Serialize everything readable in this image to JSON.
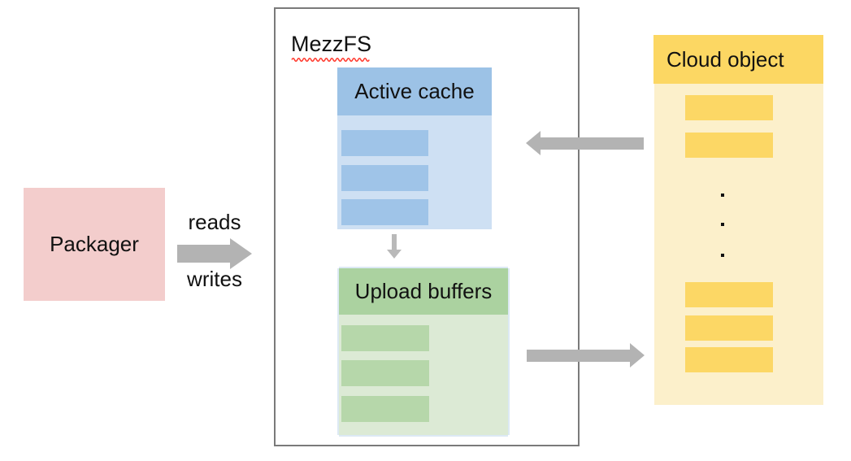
{
  "packager": {
    "label": "Packager"
  },
  "flow": {
    "reads_label": "reads",
    "writes_label": "writes"
  },
  "mezzfs": {
    "title": "MezzFS",
    "active_cache": {
      "label": "Active cache",
      "row_count": 3
    },
    "upload_buffers": {
      "label": "Upload buffers",
      "row_count": 3
    }
  },
  "cloud": {
    "label": "Cloud object",
    "rows_above_ellipsis": 2,
    "rows_below_ellipsis": 3,
    "ellipsis_dot_count": 3
  },
  "colors": {
    "packager_bg": "#F3CDCC",
    "cache_header_bg": "#9CC2E6",
    "cache_body_bg": "#CEE0F3",
    "cache_row_bg": "#9FC4E8",
    "buffers_header_bg": "#ABD2A0",
    "buffers_body_bg": "#DCEAD5",
    "buffers_row_bg": "#B6D7AA",
    "cloud_header_bg": "#FCD763",
    "cloud_body_bg": "#FCF0CB",
    "cloud_row_bg": "#FCD765",
    "arrow_gray": "#B3B3B3",
    "container_border": "#7A7A7A",
    "spellcheck_underline": "#FF3B2F",
    "text": "#111111"
  }
}
